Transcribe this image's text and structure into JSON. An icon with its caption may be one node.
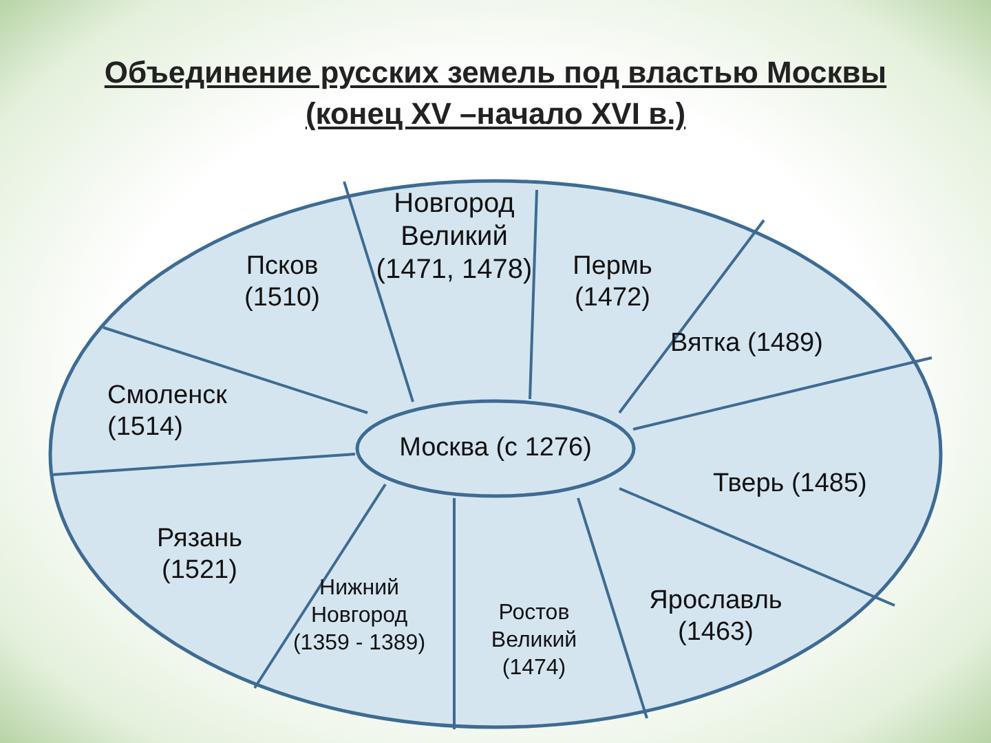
{
  "diagram": {
    "title": "Объединение русских земель под властью Москвы (конец XV –начало XVI в.)",
    "nodes": [
      {
        "text": [],
        "shape": "ellipse"
      },
      {
        "text": [
          "Москва (с 1276)"
        ],
        "in": 0
      }
    ],
    "labels": [
      "Новгород Великий (1471, 1478)",
      "Псков (1510)",
      "Пермь (1472)",
      "Вятка (1489)",
      "Смоленск (1514)",
      "Тверь (1485)",
      "Рязань (1521)",
      "Нижний Новгород (1359 - 1389)",
      "Ростов Великий (1474)",
      "Ярославль (1463)"
    ]
  }
}
